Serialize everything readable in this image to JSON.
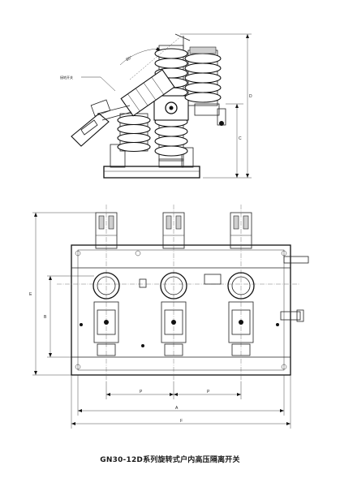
{
  "caption": "GN30-12D系列旋转式户内高压隔离开关",
  "side_view": {
    "angle_label": "80°",
    "note_label": "接地开关",
    "dims": {
      "D": "D",
      "C": "C"
    }
  },
  "top_view": {
    "dims": {
      "E": "E",
      "B": "B",
      "P1": "P",
      "P2": "P",
      "A": "A",
      "F": "F"
    }
  }
}
